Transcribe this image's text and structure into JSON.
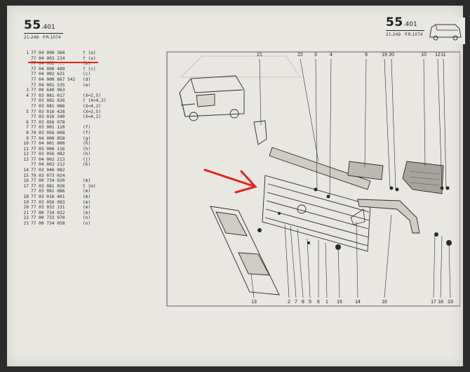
{
  "header_left": {
    "page_number_big": "55",
    "page_number_small": ".401",
    "code_left": "21-249",
    "code_right": "P.R.1074"
  },
  "header_right": {
    "page_number_big": "55",
    "page_number_small": ".401",
    "code_left": "21-249",
    "code_right": "P.R.1074"
  },
  "parts_list": [
    {
      "idx": "1",
      "ref": "77 04 000 360",
      "note": "† (a)"
    },
    {
      "idx": "",
      "ref": "77 04 002 214",
      "note": "† (a)"
    },
    {
      "idx": "",
      "ref": "77 04 002 ...",
      "note": "(b)"
    },
    {
      "idx": "",
      "ref": "77 04 000 489",
      "note": "† (c)"
    },
    {
      "idx": "",
      "ref": "77 04 002 621",
      "note": "(c)"
    },
    {
      "idx": "",
      "ref": "77 04 000 867 542",
      "note": "(d)"
    },
    {
      "idx": "",
      "ref": "77 04 001 535",
      "note": "(e)"
    },
    {
      "idx": "3",
      "ref": "77 00 640 963",
      "note": ""
    },
    {
      "idx": "4",
      "ref": "77 03 081 017",
      "note": "(X=2,5)"
    },
    {
      "idx": "",
      "ref": "77 03 081 026",
      "note": "† (X=4,2)"
    },
    {
      "idx": "",
      "ref": "77 03 081 086",
      "note": "(X=4,2)"
    },
    {
      "idx": "5",
      "ref": "77 03 016 428",
      "note": "(X=2,5)"
    },
    {
      "idx": "",
      "ref": "77 03 016 340",
      "note": "(X=4,2)"
    },
    {
      "idx": "6",
      "ref": "77 03 056 078",
      "note": ""
    },
    {
      "idx": "7",
      "ref": "77 03 001 120",
      "note": "(f)"
    },
    {
      "idx": "8",
      "ref": "79 03 056 008",
      "note": "(f)"
    },
    {
      "idx": "9",
      "ref": "77 04 000 858",
      "note": "(g)"
    },
    {
      "idx": "10",
      "ref": "77 04 001 000",
      "note": "(h)"
    },
    {
      "idx": "11",
      "ref": "77 03 006 116",
      "note": "(h)"
    },
    {
      "idx": "12",
      "ref": "77 03 056 082",
      "note": "(h)"
    },
    {
      "idx": "13",
      "ref": "77 04 002 213",
      "note": "(j)"
    },
    {
      "idx": "",
      "ref": "77 04 002 212",
      "note": "(k)"
    },
    {
      "idx": "14",
      "ref": "77 03 046 082",
      "note": ""
    },
    {
      "idx": "15",
      "ref": "79 03 073 024",
      "note": ""
    },
    {
      "idx": "16",
      "ref": "77 00 734 020",
      "note": "(m)"
    },
    {
      "idx": "17",
      "ref": "77 03 081 026",
      "note": "† (m)"
    },
    {
      "idx": "",
      "ref": "77 03 081 086",
      "note": "(m)"
    },
    {
      "idx": "18",
      "ref": "77 03 016 401",
      "note": "(m)"
    },
    {
      "idx": "19",
      "ref": "77 03 056 083",
      "note": "(m)"
    },
    {
      "idx": "20",
      "ref": "77 03 032 131",
      "note": "(m)"
    },
    {
      "idx": "21",
      "ref": "77 00 734 022",
      "note": "(m)"
    },
    {
      "idx": "22",
      "ref": "77 00 733 970",
      "note": "(n)"
    },
    {
      "idx": "23",
      "ref": "77 00 734 058",
      "note": "(n)"
    }
  ],
  "diagram": {
    "callouts_top": [
      "21",
      "22",
      "3",
      "4",
      "9",
      "19",
      "20",
      "10",
      "12",
      "11"
    ],
    "callouts_bottom": [
      "13",
      "2",
      "7",
      "8",
      "5",
      "6",
      "1",
      "15",
      "14",
      "16",
      "17",
      "18",
      "23"
    ],
    "accent_red": "#e0231b",
    "ink": "#2a2a2a"
  }
}
